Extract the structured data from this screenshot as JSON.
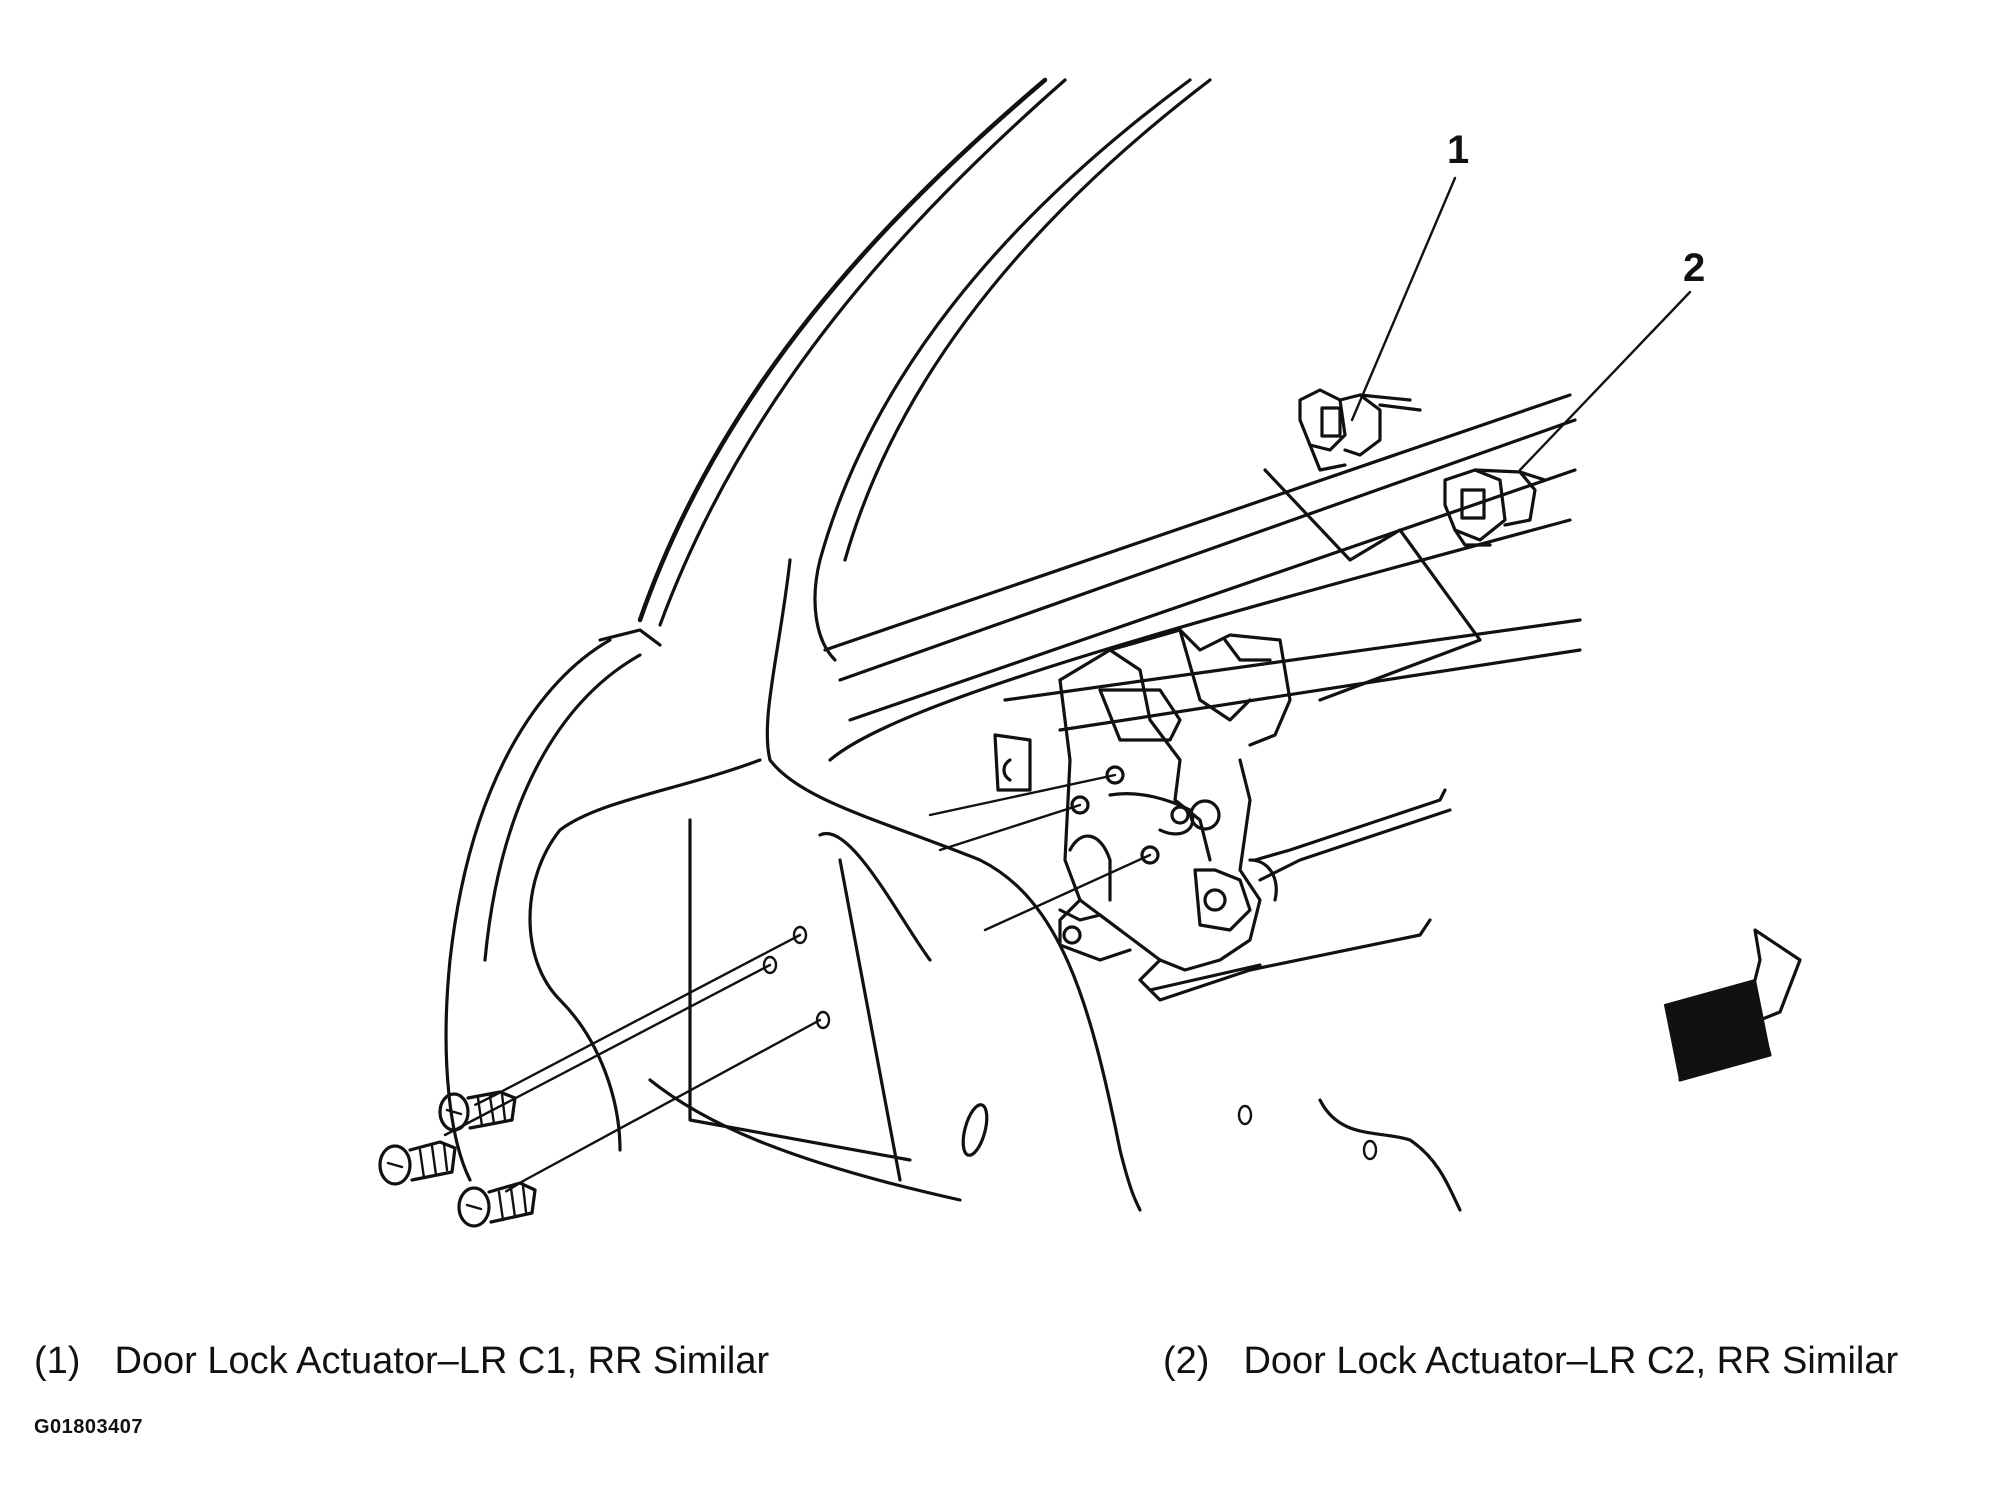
{
  "callouts": [
    {
      "number": "1"
    },
    {
      "number": "2"
    }
  ],
  "legend": [
    {
      "number": "(1)",
      "text": "Door Lock Actuator–LR C1, RR Similar"
    },
    {
      "number": "(2)",
      "text": "Door Lock Actuator–LR C2, RR Similar"
    }
  ],
  "figure_id": "G01803407"
}
